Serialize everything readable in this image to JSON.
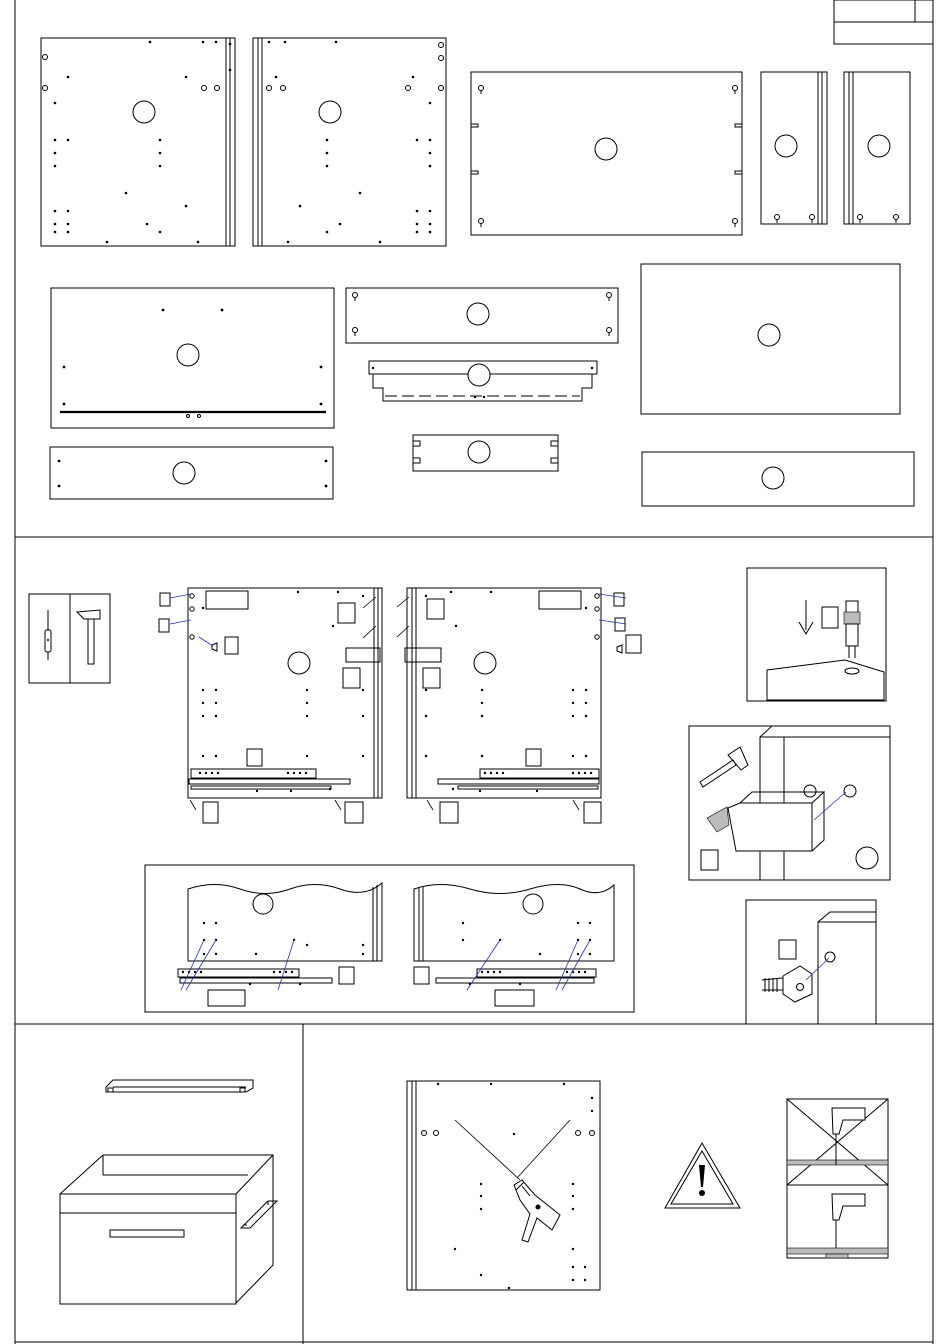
{
  "page": {
    "title_box": [
      "",
      ""
    ]
  },
  "sections": {
    "parts": {
      "label": "parts-overview"
    },
    "assembly": {
      "label": "drawer-slide-assembly"
    },
    "drawer": {
      "label": "drawer-handle-and-drilling"
    }
  },
  "icons": {
    "tools": [
      "screwdriver-icon",
      "hammer-icon"
    ],
    "warning": "warning-triangle-icon",
    "drill": "power-drill-icon"
  }
}
